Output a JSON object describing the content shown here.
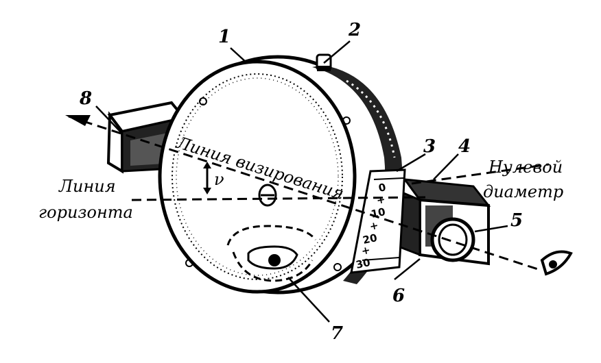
{
  "diagram": {
    "callouts": [
      "1",
      "2",
      "3",
      "4",
      "5",
      "6",
      "7",
      "8"
    ],
    "labels": {
      "sighting_line": "Линия визирования",
      "horizon_line_1": "Линия",
      "horizon_line_2": "горизонта",
      "zero_diameter_1": "Нулевой",
      "zero_diameter_2": "диаметр",
      "angle_symbol": "ν"
    },
    "scale_marks": [
      "0",
      "+",
      "10",
      "+",
      "20",
      "+",
      "30"
    ]
  }
}
